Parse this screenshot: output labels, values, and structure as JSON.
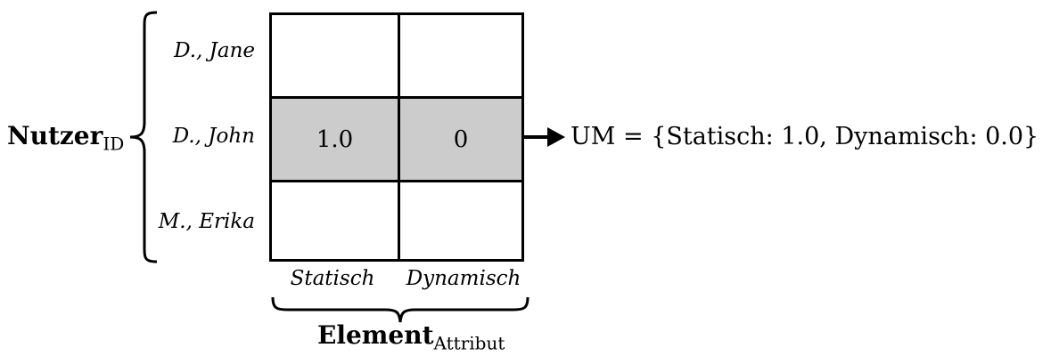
{
  "rows": {
    "title": "Nutzer",
    "subscript": "ID",
    "items": [
      "D., Jane",
      "D., John",
      "M., Erika"
    ]
  },
  "columns": {
    "title": "Element",
    "subscript": "Attribut",
    "items": [
      "Statisch",
      "Dynamisch"
    ]
  },
  "matrix": {
    "highlight_row": "D., John",
    "cells": [
      [
        "",
        ""
      ],
      [
        "1.0",
        "0"
      ],
      [
        "",
        ""
      ]
    ],
    "highlight_color": "#cccccc"
  },
  "output": {
    "text": "UM = {Statisch:  1.0, Dynamisch: 0.0}"
  }
}
